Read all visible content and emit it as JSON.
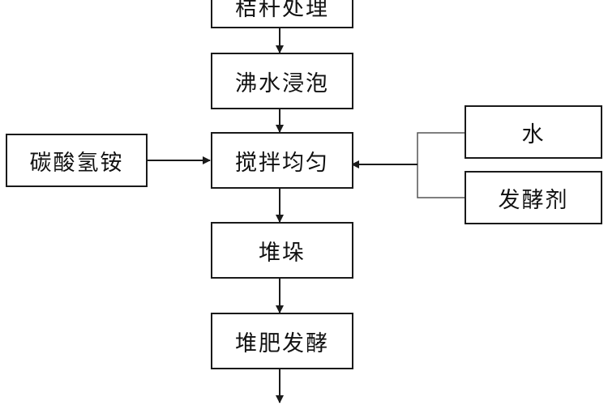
{
  "diagram": {
    "nodes": {
      "pretreatment": "秸秆处理",
      "boiling_soak": "沸水浸泡",
      "stir": "搅拌均匀",
      "ammonium_bicarbonate": "碳酸氢铵",
      "water": "水",
      "fermentation_agent": "发酵剂",
      "pile_up": "堆垛",
      "compost": "堆肥发酵"
    },
    "edges": [
      {
        "from": "pretreatment",
        "to": "boiling_soak"
      },
      {
        "from": "boiling_soak",
        "to": "stir"
      },
      {
        "from": "ammonium_bicarbonate",
        "to": "stir"
      },
      {
        "from": "water",
        "to": "stir"
      },
      {
        "from": "fermentation_agent",
        "to": "stir"
      },
      {
        "from": "stir",
        "to": "pile_up"
      },
      {
        "from": "pile_up",
        "to": "compost"
      },
      {
        "from": "compost",
        "to": "next"
      }
    ],
    "colors": {
      "line": "#1a1a1a",
      "branch_line": "#555555"
    }
  }
}
